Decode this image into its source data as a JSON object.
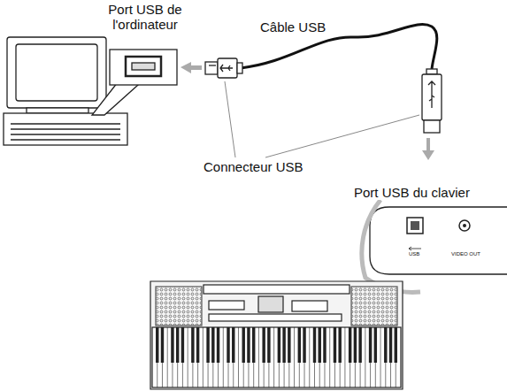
{
  "diagram": {
    "labels": [
      "Port USB de l'ordinateur",
      "Câble USB",
      "Connecteur USB",
      "Port USB du clavier",
      "USB",
      "VIDEO OUT"
    ]
  }
}
